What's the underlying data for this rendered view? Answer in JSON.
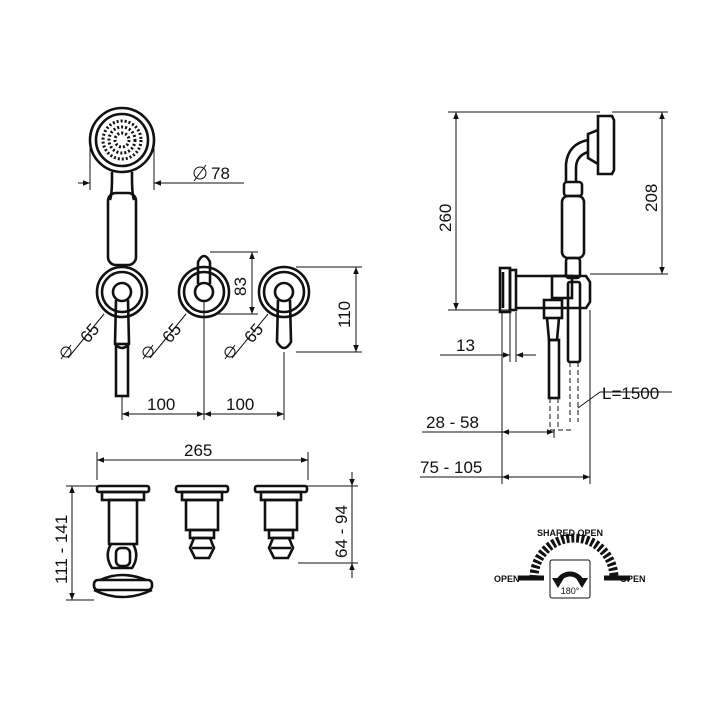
{
  "dimensions": {
    "diameter_78": "78",
    "diameter_65_a": "65",
    "diameter_65_b": "65",
    "diameter_65_c": "65",
    "height_83": "83",
    "height_110": "110",
    "spacing_100_a": "100",
    "spacing_100_b": "100",
    "width_265": "265",
    "height_111_141": "111 - 141",
    "height_64_94": "64 - 94",
    "height_260": "260",
    "height_208": "208",
    "depth_13": "13",
    "depth_28_58": "28 - 58",
    "depth_75_105": "75 - 105",
    "hose_length": "L=1500"
  },
  "diverter": {
    "shared_open": "SHARED OPEN",
    "open_left": "OPEN",
    "open_right": "OPEN",
    "rotation": "180°"
  },
  "colors": {
    "line": "#111111",
    "background": "#ffffff"
  }
}
